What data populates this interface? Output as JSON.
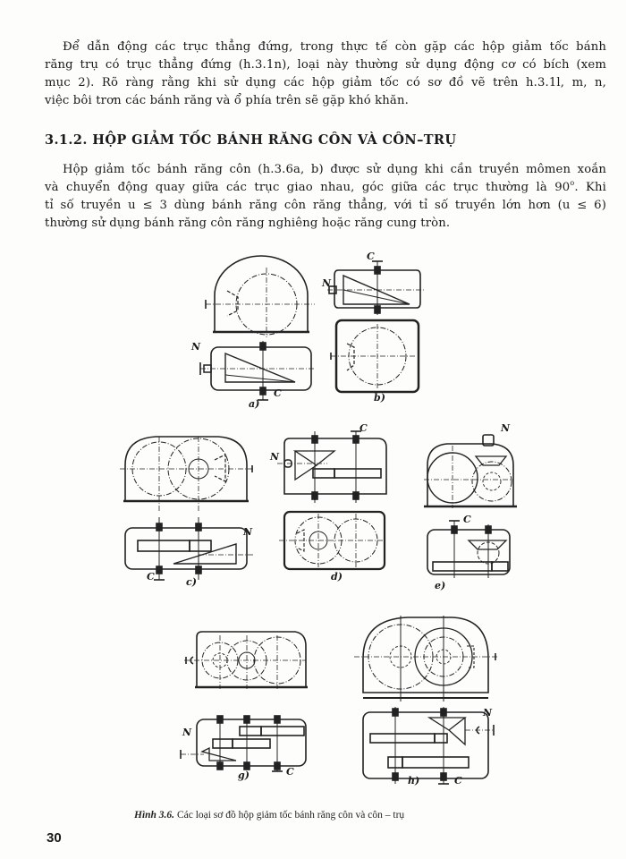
{
  "paragraph_1": {
    "lines": [
      "Để dẫn động các trục thẳng đứng, trong thực tế còn gặp các hộp giảm tốc bánh",
      "răng trụ có trục thẳng đứng (h.3.1n), loại này thường sử dụng động cơ có bích (xem",
      "mục 2). Rõ ràng rằng khi sử dụng các hộp giảm tốc có sơ đồ vẽ trên h.3.1l, m, n,",
      "việc bôi trơn các bánh răng và ổ phía trên sẽ gặp khó khăn."
    ]
  },
  "section_heading": "3.1.2. HỘP GIẢM TỐC BÁNH RĂNG CÔN VÀ CÔN–TRỤ",
  "paragraph_2": {
    "lines": [
      "Hộp giảm tốc bánh răng côn (h.3.6a, b) được sử dụng khi cần truyền mômen xoắn",
      "và chuyển động quay giữa các trục giao nhau, góc giữa các trục thường là 90",
      "tỉ số truyền u ≤ 3 dùng bánh răng côn răng thẳng, với tỉ số truyền lớn hơn (u ≤ 6)",
      "thường sử dụng bánh răng côn răng nghiêng hoặc răng cung tròn."
    ],
    "degree_sup": "o",
    "line2_tail": ". Khi"
  },
  "figure": {
    "sublabels": {
      "a": "a)",
      "b": "b)",
      "c": "c)",
      "d": "d)",
      "e": "e)",
      "g": "g)",
      "h": "h)"
    },
    "shaft_labels": {
      "input": "N",
      "output": "C"
    },
    "caption_ref": "Hình 3.6.",
    "caption_text": " Các loại sơ đồ hộp giảm tốc bánh răng côn và côn – trụ"
  },
  "page_number": "30"
}
